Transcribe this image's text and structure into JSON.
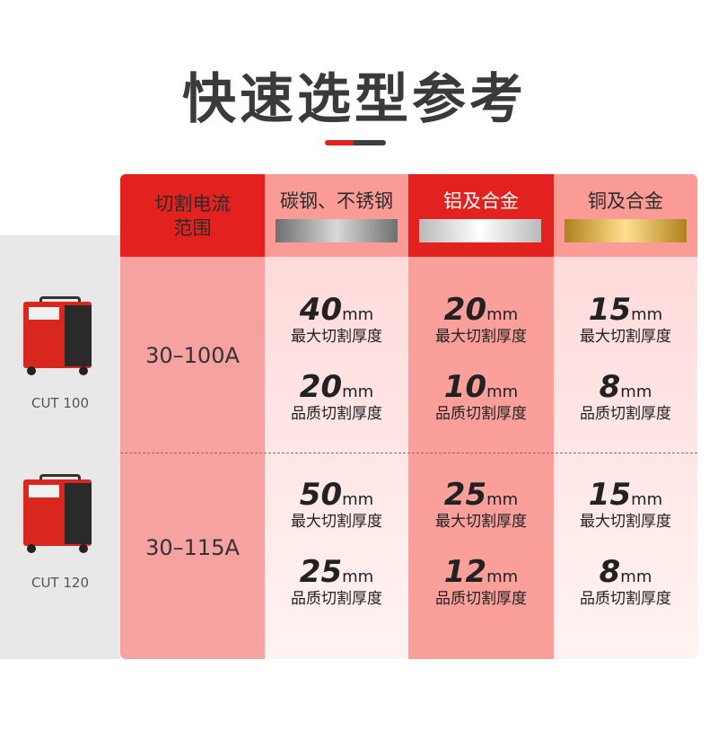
{
  "title": "快速选型参考",
  "header": {
    "range_label_line1": "切割电流",
    "range_label_line2": "范围",
    "materials": [
      {
        "name": "碳钢、不锈钢"
      },
      {
        "name": "铝及合金"
      },
      {
        "name": "铜及合金"
      }
    ]
  },
  "unit": "mm",
  "rows": [
    {
      "model": "CUT 100",
      "range": "30–100A",
      "values": [
        {
          "max": "40",
          "quality": "20"
        },
        {
          "max": "20",
          "quality": "10"
        },
        {
          "max": "15",
          "quality": "8"
        }
      ]
    },
    {
      "model": "CUT 120",
      "range": "30–115A",
      "values": [
        {
          "max": "50",
          "quality": "25"
        },
        {
          "max": "25",
          "quality": "12"
        },
        {
          "max": "15",
          "quality": "8"
        }
      ]
    }
  ],
  "labels": {
    "max": "最大切割厚度",
    "quality": "品质切割厚度"
  },
  "colors": {
    "accent_red": "#e3211e",
    "text_dark": "#3a3a3a"
  }
}
